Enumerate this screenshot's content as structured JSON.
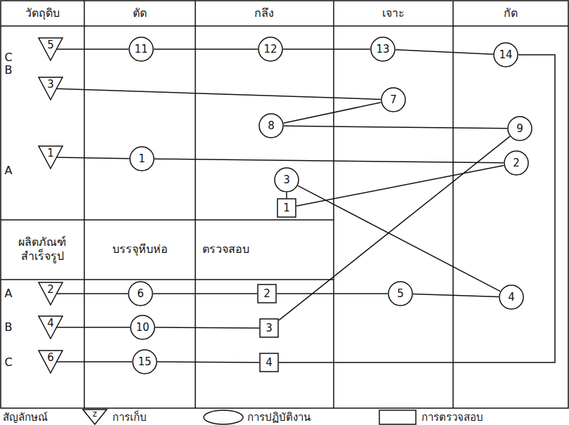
{
  "diagram": {
    "nodes": [
      {
        "text": [
          "5"
        ]
      },
      {
        "text": [
          "11"
        ]
      },
      {
        "text": [
          "12"
        ]
      },
      {
        "text": [
          "13"
        ]
      },
      {
        "text": [
          "14"
        ]
      },
      {
        "text": [
          "3"
        ]
      },
      {
        "text": [
          "7"
        ]
      },
      {
        "text": [
          "8"
        ]
      },
      {
        "text": [
          "9"
        ]
      },
      {
        "text": [
          "1"
        ]
      },
      {
        "text": [
          "1"
        ]
      },
      {
        "text": [
          "2"
        ]
      },
      {
        "text": [
          "3"
        ]
      },
      {
        "text": [
          "1"
        ]
      },
      {
        "text": [
          "2"
        ]
      },
      {
        "text": [
          "6"
        ]
      },
      {
        "text": [
          "2"
        ]
      },
      {
        "text": [
          "5"
        ]
      },
      {
        "text": [
          "4"
        ]
      },
      {
        "text": [
          "4"
        ]
      },
      {
        "text": [
          "10"
        ]
      },
      {
        "text": [
          "3"
        ]
      },
      {
        "text": [
          "6"
        ]
      },
      {
        "text": [
          "15"
        ]
      },
      {
        "text": [
          "4"
        ]
      }
    ],
    "edges": [
      {
        "from": 0,
        "to": 1,
        "arrow": "none"
      },
      {
        "from": 1,
        "to": 2,
        "arrow": "none"
      },
      {
        "from": 2,
        "to": 3,
        "arrow": "none"
      },
      {
        "from": 3,
        "to": 4,
        "arrow": "none"
      },
      {
        "from": 4,
        "to": 24,
        "arrow": "none"
      },
      {
        "from": 24,
        "to": 23,
        "arrow": "none"
      },
      {
        "from": 23,
        "to": 22,
        "arrow": "none"
      },
      {
        "from": 5,
        "to": 6,
        "arrow": "none"
      },
      {
        "from": 6,
        "to": 7,
        "arrow": "none"
      },
      {
        "from": 7,
        "to": 8,
        "arrow": "none"
      },
      {
        "from": 8,
        "to": 21,
        "arrow": "none"
      },
      {
        "from": 21,
        "to": 20,
        "arrow": "none"
      },
      {
        "from": 20,
        "to": 19,
        "arrow": "none"
      },
      {
        "from": 9,
        "to": 10,
        "arrow": "none"
      },
      {
        "from": 10,
        "to": 11,
        "arrow": "none"
      },
      {
        "from": 11,
        "to": 13,
        "arrow": "none"
      },
      {
        "from": 13,
        "to": 12,
        "arrow": "none"
      },
      {
        "from": 12,
        "to": 18,
        "arrow": "none"
      },
      {
        "from": 18,
        "to": 17,
        "arrow": "none"
      },
      {
        "from": 17,
        "to": 16,
        "arrow": "none"
      },
      {
        "from": 16,
        "to": 15,
        "arrow": "none"
      },
      {
        "from": 15,
        "to": 14,
        "arrow": "none"
      }
    ],
    "labels": [
      "วัตถุดิบ",
      "ตัด",
      "กลึง",
      "เจาะ",
      "กัด",
      "C",
      "B",
      "A",
      "ผลิตภัณฑ์ สำเร็จรูป",
      "บรรจุหีบห่อ",
      "ตรวจสอบ",
      "A",
      "B",
      "C",
      "สัญลักษณ์",
      "z"
    ],
    "legend": [
      {
        "text": "การเก็บ"
      },
      {
        "text": "การปฏิบัติงาน"
      },
      {
        "text": "การตรวจสอบ"
      }
    ]
  }
}
